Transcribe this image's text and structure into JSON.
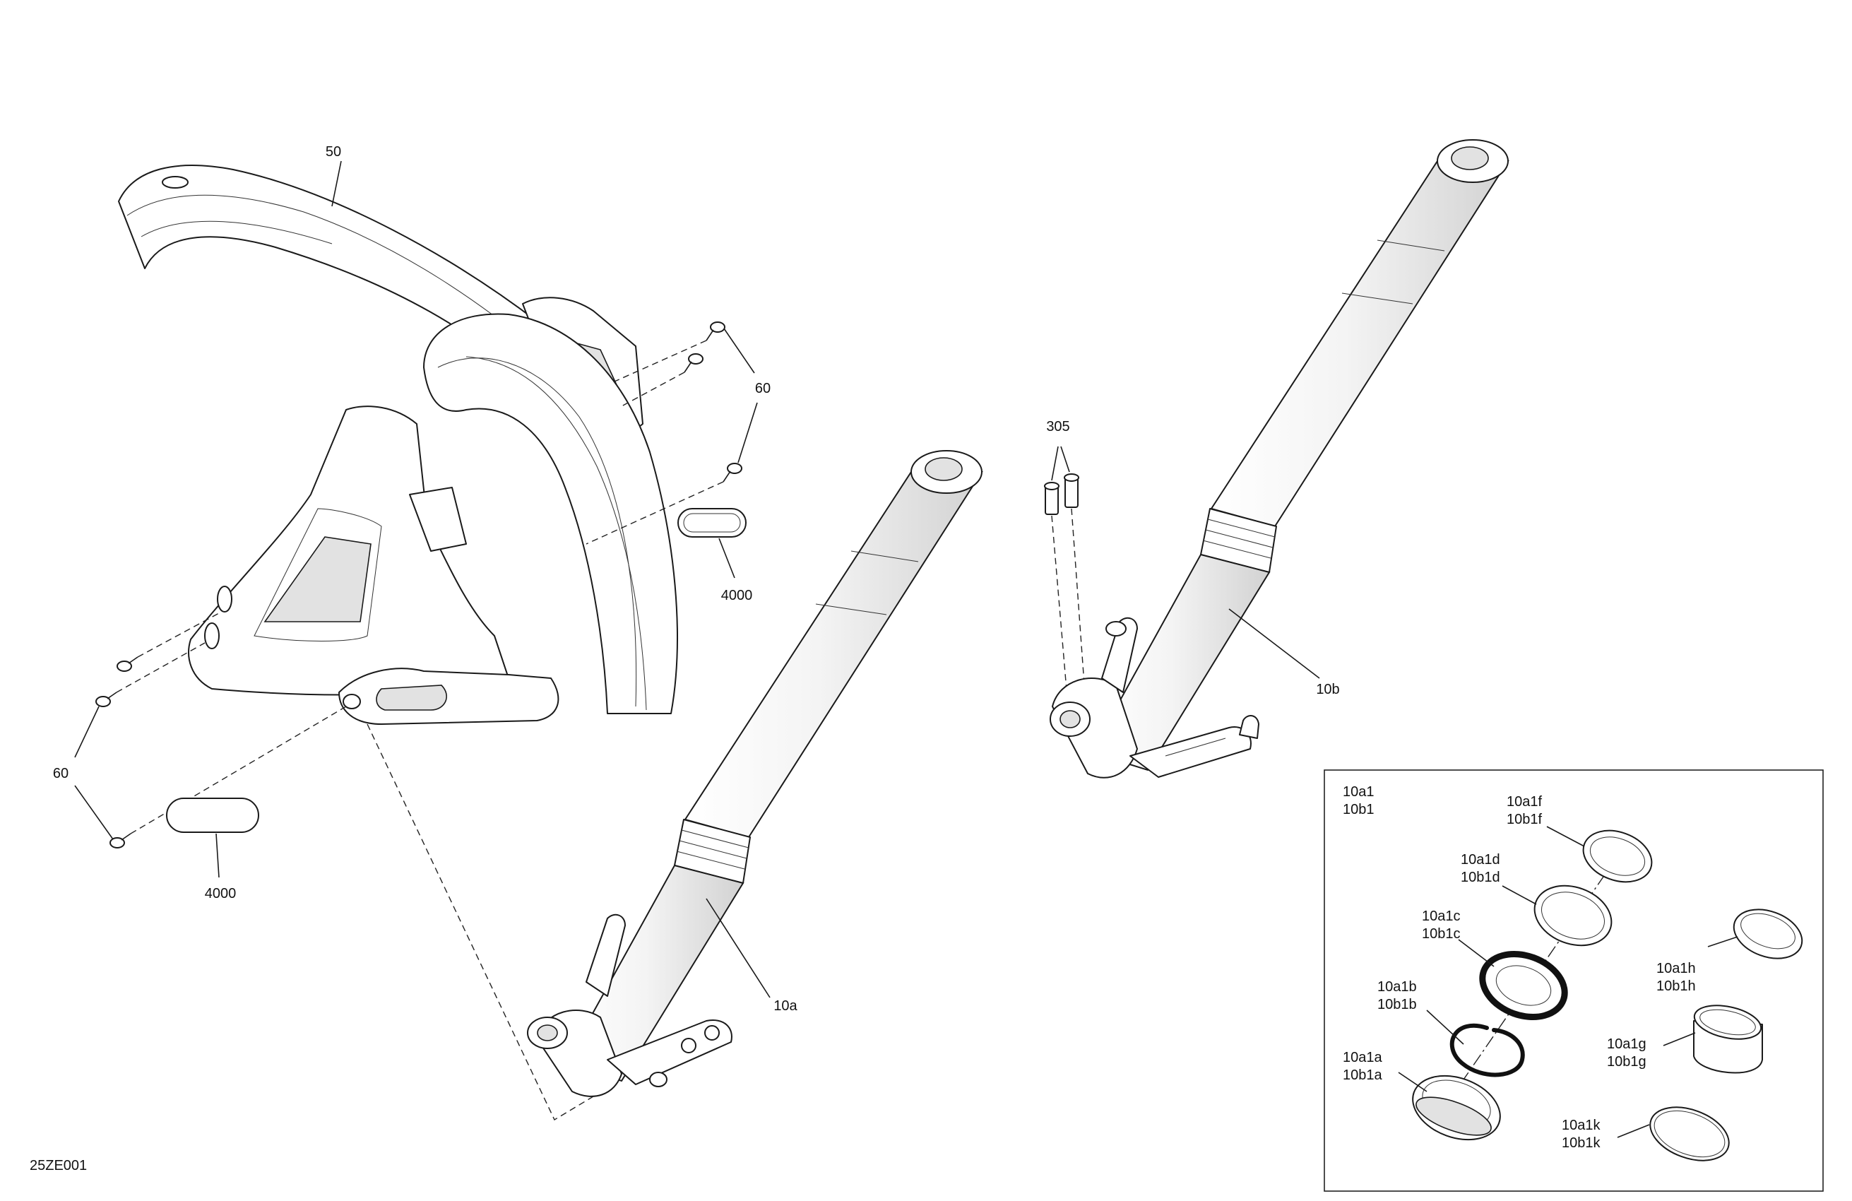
{
  "figure_code": "25ZE001",
  "labels": {
    "fender": "50",
    "screws_upper": "60",
    "screws_lower": "60",
    "reflector_upper": "4000",
    "reflector_lower": "4000",
    "bolts": "305",
    "fork_left": "10a",
    "fork_right": "10b"
  },
  "inset": {
    "title_line1": "10a1",
    "title_line2": "10b1",
    "parts": [
      {
        "line1": "10a1f",
        "line2": "10b1f"
      },
      {
        "line1": "10a1d",
        "line2": "10b1d"
      },
      {
        "line1": "10a1c",
        "line2": "10b1c"
      },
      {
        "line1": "10a1b",
        "line2": "10b1b"
      },
      {
        "line1": "10a1a",
        "line2": "10b1a"
      },
      {
        "line1": "10a1h",
        "line2": "10b1h"
      },
      {
        "line1": "10a1g",
        "line2": "10b1g"
      },
      {
        "line1": "10a1k",
        "line2": "10b1k"
      }
    ]
  }
}
